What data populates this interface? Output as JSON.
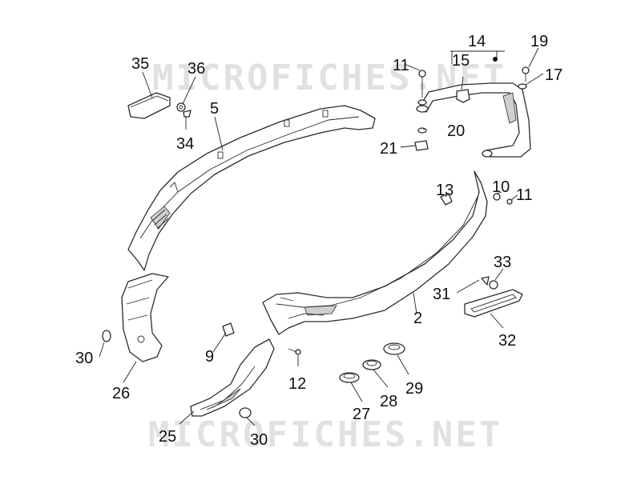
{
  "watermarks": [
    "MICROFICHES.NET",
    "MICROFICHES.NET"
  ],
  "labels": {
    "l35": "35",
    "l36": "36",
    "l34": "34",
    "l5": "5",
    "l11a": "11",
    "l14": "14",
    "l15": "15",
    "l19": "19",
    "l17": "17",
    "l20": "20",
    "l21": "21",
    "l13": "13",
    "l10": "10",
    "l11b": "11",
    "l33": "33",
    "l31": "31",
    "l2": "2",
    "l32": "32",
    "l30a": "30",
    "l26": "26",
    "l9": "9",
    "l12": "12",
    "l29": "29",
    "l28": "28",
    "l27": "27",
    "l25": "25",
    "l30b": "30"
  }
}
